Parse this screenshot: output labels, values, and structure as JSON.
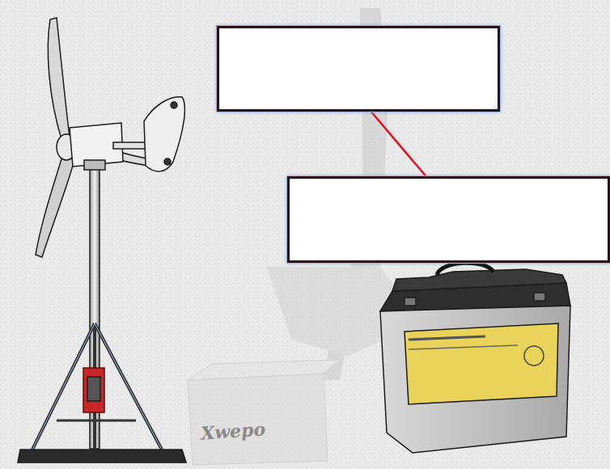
{
  "diagram": {
    "nodes": [
      {
        "text": []
      },
      {
        "text": []
      }
    ],
    "edges": [
      {
        "from": 0,
        "to": 1,
        "arrow": "none"
      }
    ],
    "labels": [
      "Xwepo"
    ]
  }
}
